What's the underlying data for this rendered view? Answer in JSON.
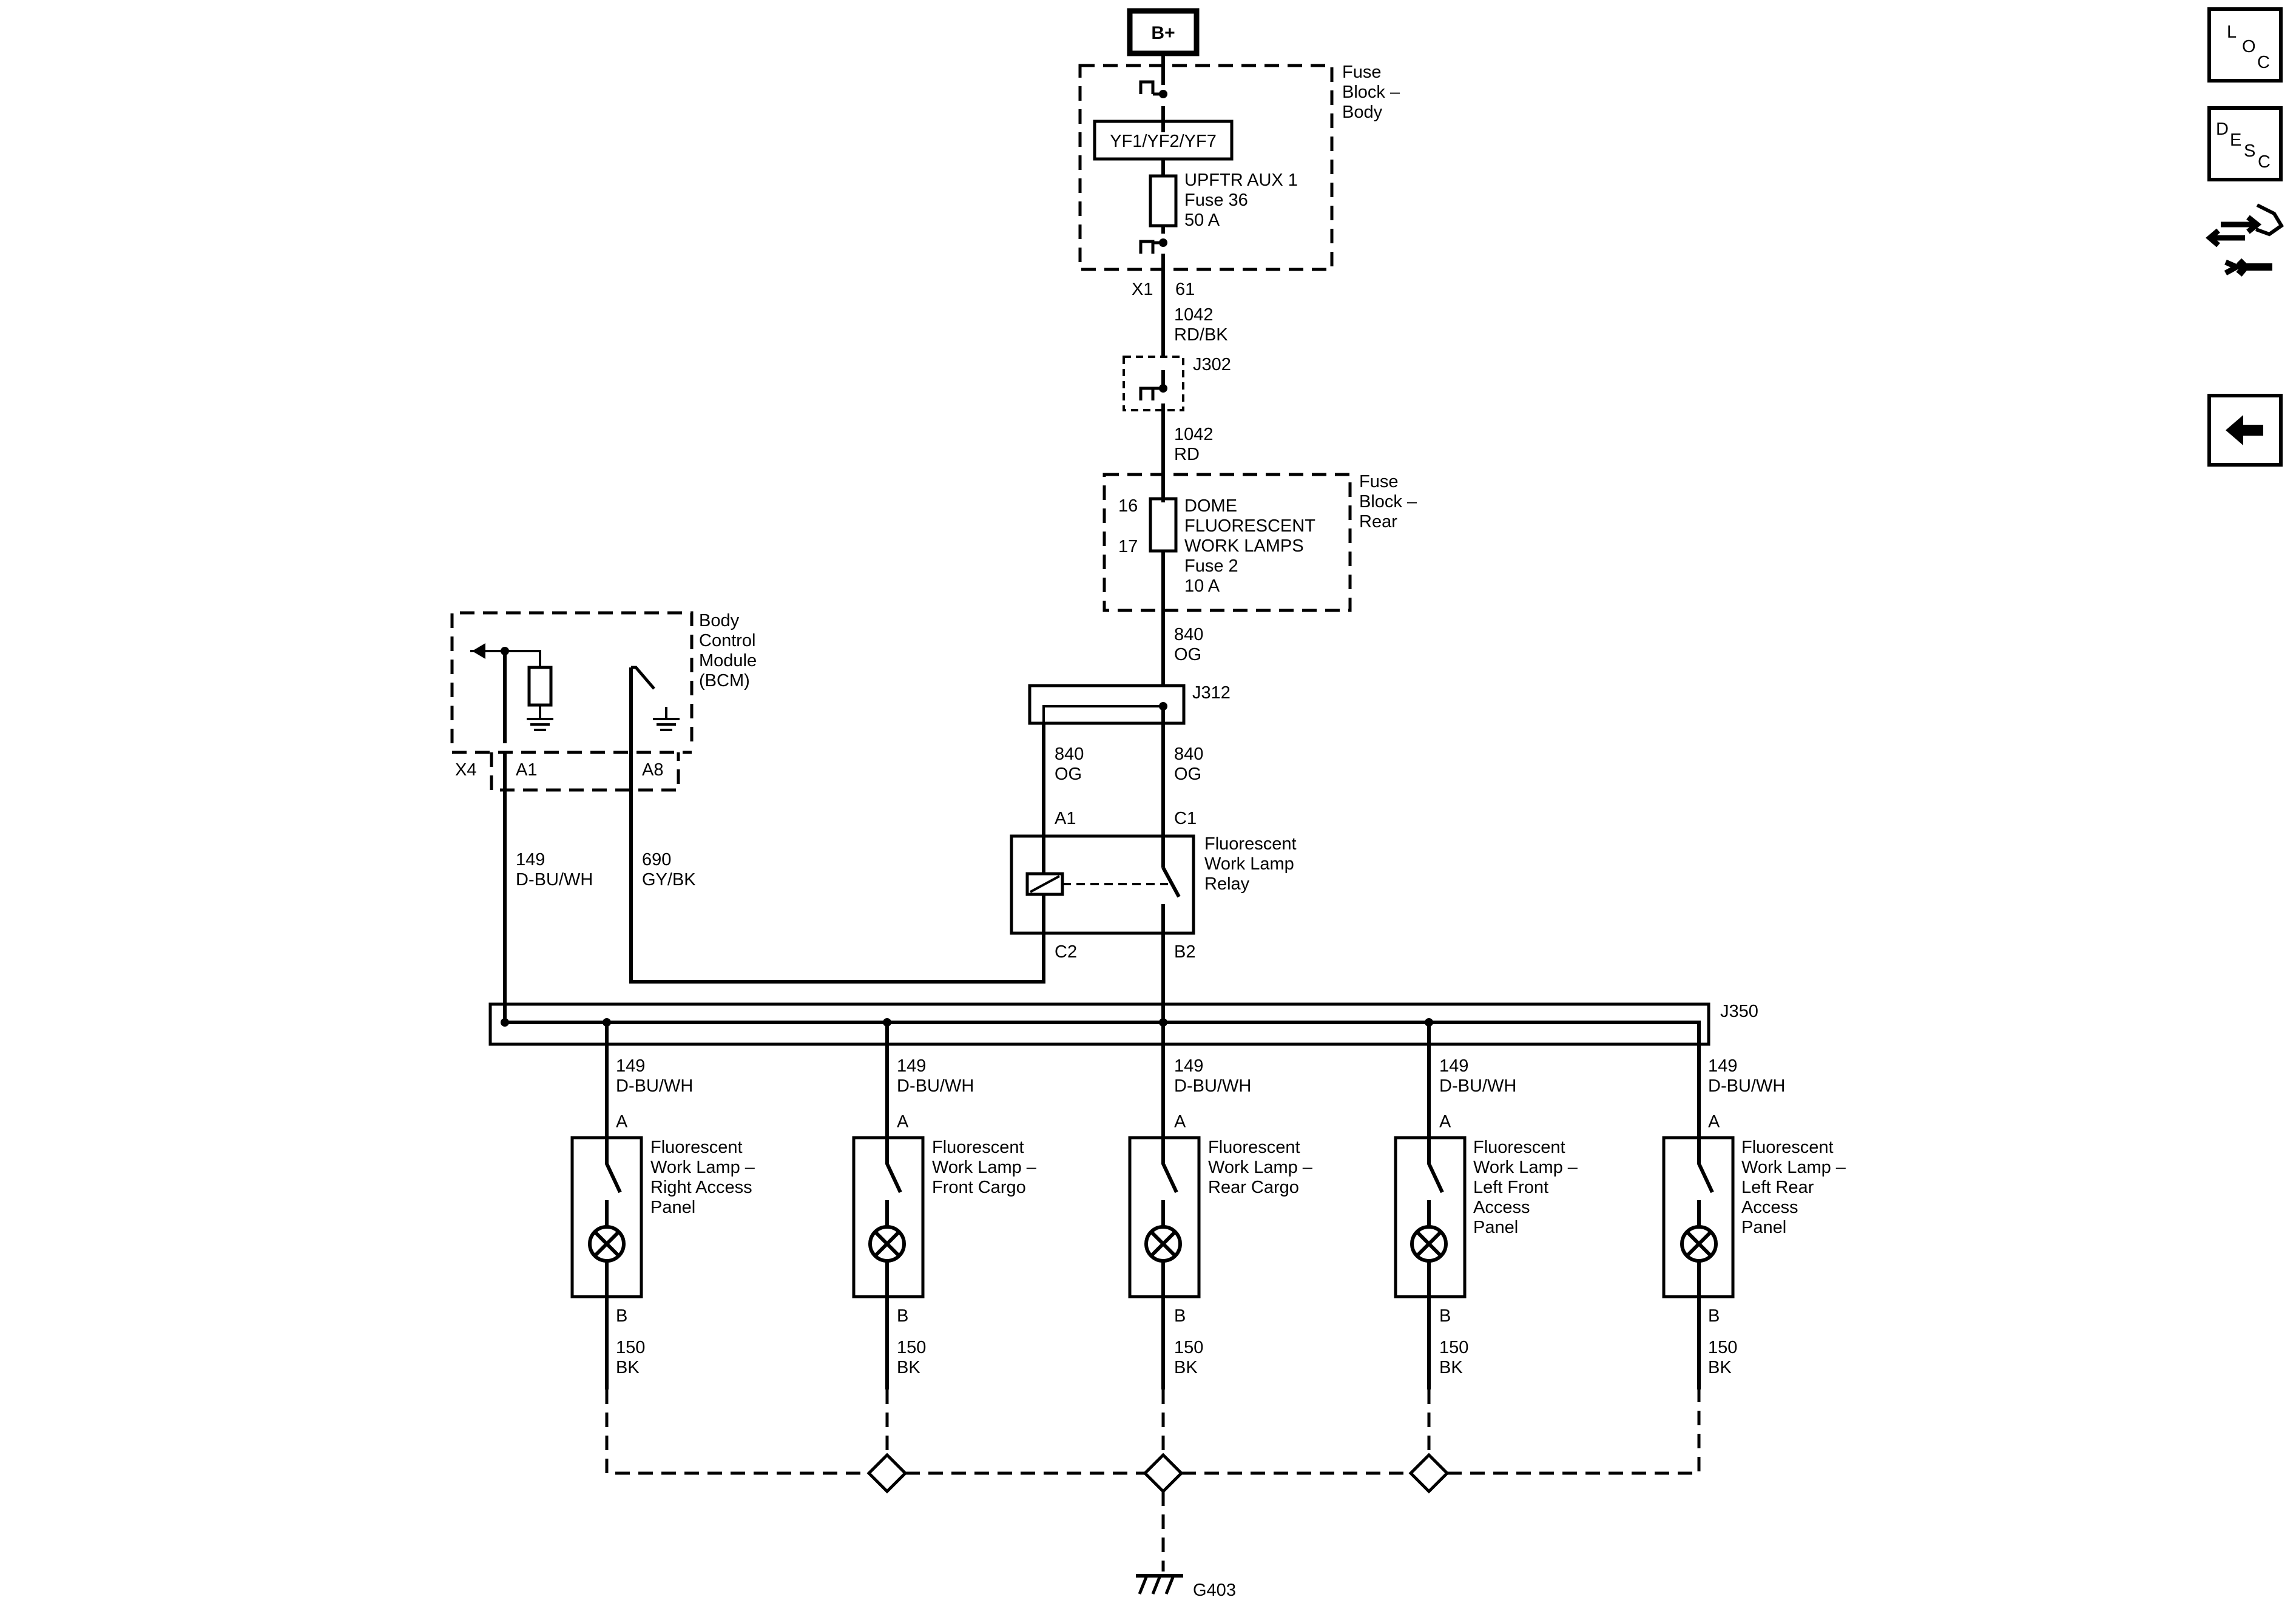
{
  "power_source": "B+",
  "fuse_block_body": {
    "title": [
      "Fuse",
      "Block –",
      "Body"
    ],
    "fuse_id": "YF1/YF2/YF7",
    "fuse_label": [
      "UPFTR AUX 1",
      "Fuse 36",
      "50 A"
    ],
    "connector": "X1",
    "pin": "61"
  },
  "wire_1042_rdbk": [
    "1042",
    "RD/BK"
  ],
  "splice_j302": "J302",
  "wire_1042_rd": [
    "1042",
    "RD"
  ],
  "fuse_block_rear": {
    "title": [
      "Fuse",
      "Block –",
      "Rear"
    ],
    "pin_in": "16",
    "pin_out": "17",
    "fuse_label": [
      "DOME",
      "FLUORESCENT",
      "WORK LAMPS",
      "Fuse 2",
      "10 A"
    ]
  },
  "wire_840_top": [
    "840",
    "OG"
  ],
  "splice_j312": "J312",
  "wire_840_left": [
    "840",
    "OG"
  ],
  "wire_840_right": [
    "840",
    "OG"
  ],
  "relay": {
    "title": [
      "Fluorescent",
      "Work Lamp",
      "Relay"
    ],
    "pin_a1": "A1",
    "pin_c1": "C1",
    "pin_c2": "C2",
    "pin_b2": "B2"
  },
  "bcm": {
    "title": [
      "Body",
      "Control",
      "Module",
      "(BCM)"
    ],
    "connector": "X4",
    "pin_a1": "A1",
    "pin_a8": "A8"
  },
  "wire_149_bcm": [
    "149",
    "D-BU/WH"
  ],
  "wire_690": [
    "690",
    "GY/BK"
  ],
  "splice_j350": "J350",
  "lamps": [
    {
      "wire": [
        "149",
        "D-BU/WH"
      ],
      "pin_a": "A",
      "pin_b": "B",
      "title": [
        "Fluorescent",
        "Work Lamp –",
        "Right Access",
        "Panel"
      ],
      "ground_wire": [
        "150",
        "BK"
      ]
    },
    {
      "wire": [
        "149",
        "D-BU/WH"
      ],
      "pin_a": "A",
      "pin_b": "B",
      "title": [
        "Fluorescent",
        "Work Lamp –",
        "Front Cargo"
      ],
      "ground_wire": [
        "150",
        "BK"
      ]
    },
    {
      "wire": [
        "149",
        "D-BU/WH"
      ],
      "pin_a": "A",
      "pin_b": "B",
      "title": [
        "Fluorescent",
        "Work Lamp –",
        "Rear Cargo"
      ],
      "ground_wire": [
        "150",
        "BK"
      ]
    },
    {
      "wire": [
        "149",
        "D-BU/WH"
      ],
      "pin_a": "A",
      "pin_b": "B",
      "title": [
        "Fluorescent",
        "Work Lamp –",
        "Left Front",
        "Access",
        "Panel"
      ],
      "ground_wire": [
        "150",
        "BK"
      ]
    },
    {
      "wire": [
        "149",
        "D-BU/WH"
      ],
      "pin_a": "A",
      "pin_b": "B",
      "title": [
        "Fluorescent",
        "Work Lamp –",
        "Left Rear",
        "Access",
        "Panel"
      ],
      "ground_wire": [
        "150",
        "BK"
      ]
    }
  ],
  "ground": "G403",
  "nav": {
    "loc": [
      "L",
      "O",
      "C"
    ],
    "desc": [
      "D",
      "E",
      "S",
      "C"
    ],
    "connector_icon": "connector-tools-icon",
    "back_icon": "arrow-left-icon"
  }
}
